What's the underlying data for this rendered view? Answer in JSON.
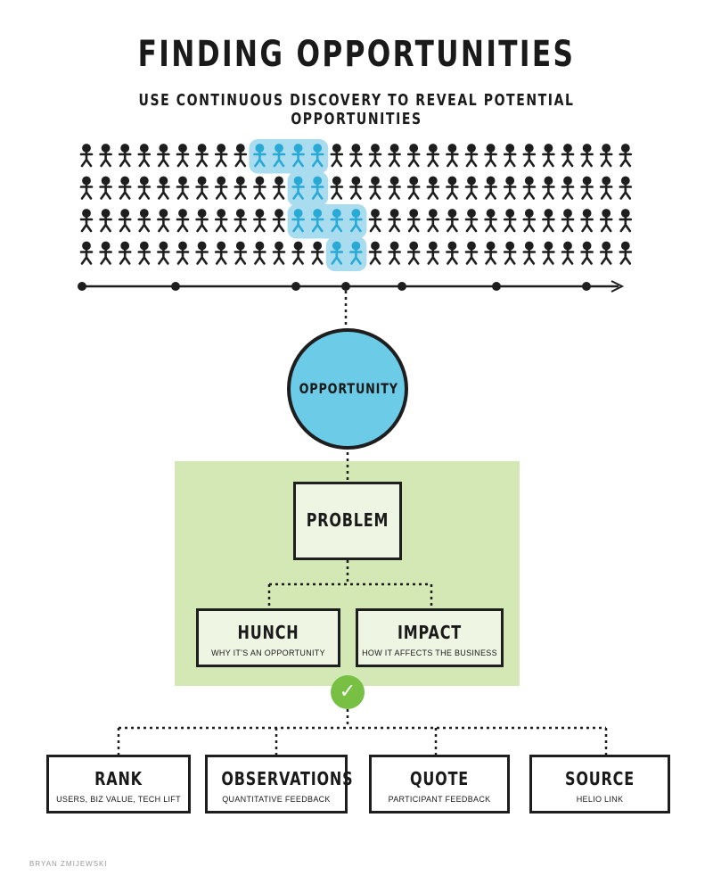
{
  "header": {
    "title": "FINDING OPPORTUNITIES",
    "subtitle": "USE CONTINUOUS DISCOVERY TO REVEAL POTENTIAL OPPORTUNITIES"
  },
  "people_grid": {
    "rows": 4,
    "columns": 29,
    "highlighted": [
      [
        9,
        10,
        11,
        12
      ],
      [
        11,
        12
      ],
      [
        11,
        12,
        13,
        14
      ],
      [
        13,
        14
      ]
    ]
  },
  "opportunity": {
    "label": "OPPORTUNITY"
  },
  "problem": {
    "title": "PROBLEM"
  },
  "hunch": {
    "title": "HUNCH",
    "subtitle": "WHY IT'S AN OPPORTUNITY"
  },
  "impact": {
    "title": "IMPACT",
    "subtitle": "HOW IT AFFECTS THE BUSINESS"
  },
  "details": [
    {
      "title": "RANK",
      "subtitle": "USERS, BIZ VALUE, TECH LIFT"
    },
    {
      "title": "OBSERVATIONS",
      "subtitle": "QUANTITATIVE FEEDBACK"
    },
    {
      "title": "QUOTE",
      "subtitle": "PARTICIPANT FEEDBACK"
    },
    {
      "title": "SOURCE",
      "subtitle": "HELIO LINK"
    }
  ],
  "credit": "BRYAN ZMIJEWSKI",
  "colors": {
    "highlight": "#29a9d6",
    "highlight_band": "#a9dcef",
    "circle_fill": "#6ccbe6",
    "panel_green": "#d3e8b4",
    "check_green": "#77c043",
    "ink": "#1e1e1e"
  },
  "icons": [
    "person-icon",
    "check-icon",
    "arrow-head-icon"
  ]
}
